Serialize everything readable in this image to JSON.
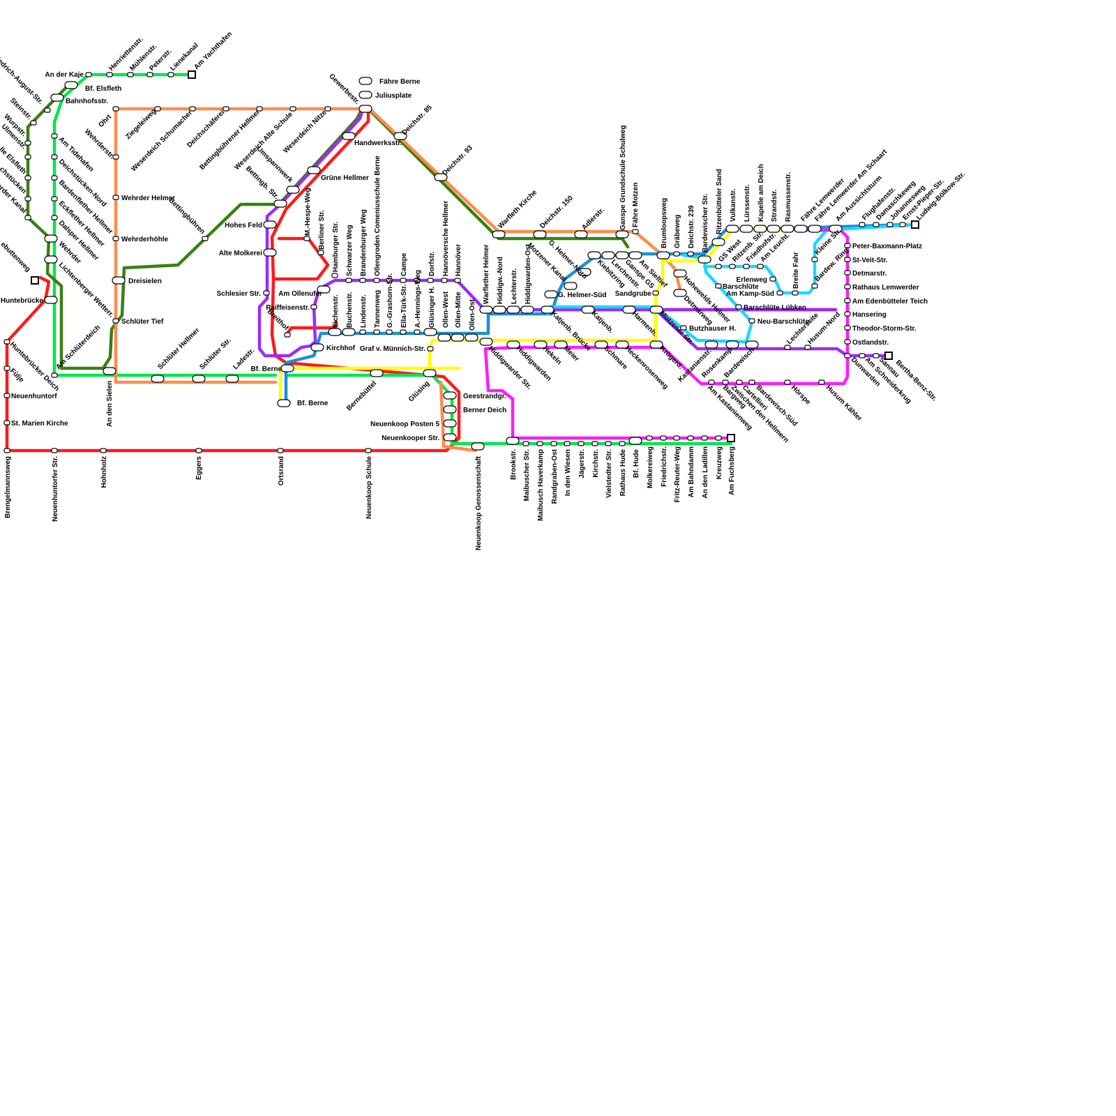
{
  "colors": {
    "red": "#ff1a1a",
    "green": "#00e64d",
    "darkgreen": "#3b7f14",
    "orange": "#ff8c4d",
    "purple": "#9b2bff",
    "blue": "#1a8fd6",
    "yellow": "#ffff00",
    "cyan": "#1ad9ff",
    "magenta": "#ff1aff"
  },
  "stations": {
    "friedrich_august": "Friedrich-August-Str.",
    "an_der_kaje": "An der Kaje",
    "bf_elsfleth": "Bf. Elsfleth",
    "henriettenstr": "Henriettenstr.",
    "muehlenstr": "Mühlenstr.",
    "peterstr": "Peterstr.",
    "lienekanal": "Lienekanal",
    "am_yachthafen": "Am Yachthafen",
    "steinstr": "Steinstr.",
    "bahnhofsstr": "Bahnhofsstr.",
    "wurpstr": "Wurpstr.",
    "ulmenstr": "Ulmenstr.",
    "alle_elsfleth": "lle Elsfleth",
    "chstuecken": "chstücken",
    "erder_kanal": "erder Kanal",
    "am_tidehafen": "Am Tidehafen",
    "deichstuecken_nord": "Deichstücken-Nord",
    "bardenflether": "Bardenflether Hellmer",
    "eckflether": "Eckflether Hellmer",
    "dalsper": "Dalsper Hellmer",
    "wehrder": "Wehrder",
    "lichtenberger": "Lichtenberger Wetterr.",
    "ebuttenweg": "ebuttenweg",
    "huntebruecke": "Huntebrücke",
    "am_schlueterdeich": "Am Schlüterdeich",
    "huntebruecker_deich": "Huntebrücker Deich",
    "fuelje": "Fülje",
    "neuenhuntorf": "Neuenhuntorf",
    "st_marien": "St. Marien Kirche",
    "brengelmannsweg": "Brengelmannsweg",
    "neuenhuntorfer_str": "Neuenhuntorfer Str.",
    "hohnholz": "Hohnholz",
    "eggers": "Eggers",
    "ortsrand": "Ortsrand",
    "neuenkoop_schule": "Neuenkoop Schule",
    "neuenkoop_genossenschaft": "Neuenkoop Genossenschaft",
    "ohrt": "Ohrt",
    "wehrderstr": "Wehrderstr.",
    "ziegeleiweg": "Ziegeleiweg",
    "weserdeich_schumacher": "Weserdeich Schumacher",
    "deichschaeferei": "Deichschäferei",
    "bettingbuehrener_hellmer": "Bettingbührener Hellmer",
    "weserdeich_alte_schule": "Weserdeich Alte Schule",
    "weserdeich_nitze": "Weserdeich Nitze",
    "gewerbestr": "Gewerbestr.",
    "faehre_berne": "Fähre Berne",
    "juliusplate": "Juliusplate",
    "wehrder_helmer": "Wehrder Helmer",
    "wehrderhoehle": "Wehrderhöhle",
    "dreisielen": "Dreisielen",
    "schlueter_tief": "Schlüter Tief",
    "an_den_sielen": "An den Sielen",
    "schlueter_hellmer": "Schlüter Hellmer",
    "schlueter_str": "Schlüter Str.",
    "ladestr": "Ladestr.",
    "bettingbuehren": "Bettingbühren",
    "umspannwerk": "Umspannwerk",
    "bettingb_str": "Bettingb. Str.",
    "gruene_hellmer": "Grüne Hellmer",
    "handwerksstr": "Handwerksstr.",
    "deichstr85": "Deichstr. 85",
    "deichstr93": "Deichstr. 93",
    "hohes_feld": "Hohes Feld",
    "alte_molkerei": "Alte Molkerei",
    "schlesier_str": "Schlesier Str.",
    "raiffeisenstr": "Raiffeisenstr.",
    "breithof": "Breithof",
    "bf_berne_w": "Bf. Berne",
    "bf_berne": "Bf. Berne",
    "kirchhof": "Kirchhof",
    "m_hespe_weg": "M.-Hespe-Weg",
    "berliner_str": "Berliner Str.",
    "hamburger_str": "Hamburger Str.",
    "am_ollenufer": "Am Ollenufer",
    "eichenstr": "Eichenstr.",
    "buchenstr": "Buchenstr.",
    "schwarzer_weg": "Schwarzer Weg",
    "lindenstr": "Lindenstr.",
    "brandenburger_weg": "Brandenburger Weg",
    "tannenweg": "Tannenweg",
    "ollengroden": "Ollengroden Comeniusschule Berne",
    "g_grashorn": "G.-Grashorn-Str.",
    "ella_tuerk": "Ella-Türk-Str.",
    "campe": "Campe",
    "a_hennings": "A.-Hennings-Weg",
    "dorfstr": "Dorfstr.",
    "gluesinger_h": "Glüsinger H.",
    "graf_muennich": "Graf v. Münnich-Str.",
    "ollen_west": "Ollen-West",
    "hannoeversche": "Hannöversche Hellmer",
    "ollen_mitte": "Ollen-Mitte",
    "hannoever": "Hannöver",
    "ollen_ost": "Ollen-Ost",
    "bernebuettel": "Bernebüttel",
    "gluesing": "Glüsing",
    "geestrandgr": "Geestrandgr.",
    "berner_deich": "Berner Deich",
    "neuenkoop_posten": "Neuenkoop Posten 5",
    "neuenkooper_str": "Neuenkooper Str.",
    "warflether_helmer": "Warflether Helmer",
    "hiddigw_nord": "Hiddigw.-Nord",
    "lechterstr": "Lechterstr.",
    "hiddigwarden_ost": "Hiddigwarden-Ost",
    "hiddigwarder_str": "Hiddigwarder Str.",
    "hiddigwarden": "Hiddigwarden",
    "hekeln": "Hekeln",
    "meier": "Meier",
    "warfleth_kirche": "Warfleth Kirche",
    "deichstr150": "Deichstr. 150",
    "adlerstr": "Adlerstr.",
    "ganspe_grundschule": "Ganspe Grundschule Schulweg",
    "faehre_motzen": "Fähre Motzen",
    "g_helmer_nord": "G. Helmer-Nord",
    "motzener_kanal": "Motzener Kanal",
    "g_helmer_sued": "G. Helmer-Süd",
    "kiebitzring": "Kiebitzring",
    "lerchenstr": "Lerchenstr.",
    "ganspe_gs": "Ganspe GS",
    "am_sieltief": "Am Sieltief",
    "sandgrube": "Sandgrube",
    "katjenb_bruecke": "Katjenb. Brücke",
    "katjenb": "Katjenb.",
    "harmenh": "Harmenh.",
    "motzener_str": "Motzener Str.",
    "schmare": "Schmare",
    "heckenrosenweg": "Heckenrosenweg",
    "kroegerd": "Krögerd.",
    "brookstr": "Brookstr.",
    "maibuscher_str": "Maibuscher Str.",
    "maibusch_haverkamp": "Maibusch Haverkamp",
    "randgraben_ost": "Randgraben-Ost",
    "in_den_wiesen": "In den Wiesen",
    "jaegerstr": "Jägerstr.",
    "kirchstr": "Kirchstr.",
    "vielstedter": "Vielstedter Str.",
    "rathaus_hude": "Rathaus Hude",
    "bf_hude": "Bf. Hude",
    "molkereiweg": "Molkereiweg",
    "friedrichstr": "Friedrichstr.",
    "fritz_reuter": "Fritz-Reuter-Weg",
    "am_bahndamm": "Am Bahndamm",
    "an_den_ladillen": "An den Ladillen",
    "kreuzweg": "Kreuzweg",
    "am_fuchsberg": "Am Fuchsberg",
    "brumloopsweg": "Brumloopsweg",
    "graebeweg": "Gräbeweg",
    "deichstr239": "Deichstr. 239",
    "bardewischer_str": "Bardewischer Str.",
    "ritzenbuetteler_sand": "Ritzenbütteler Sand",
    "vulkanstr": "Vulkanstr.",
    "luerssenstr": "Lürssenstr.",
    "kapelle_am_deich": "Kapelle am Deich",
    "strandstr": "Strandstr.",
    "rasmussenstr": "Rasmussenstr.",
    "faehre_lemwerder": "Fähre Lemwerder",
    "faehre_lemwerder_schaart": "Fähre Lemwerder Am Schaart",
    "am_aussichtsturm": "Am Aussichtsturm",
    "flughafenstr": "Flughafenstr.",
    "damaschkeweg": "Damaschkeweg",
    "johannesweg": "Johannesweg",
    "ernst_pieper": "Ernst-Pieper-Str.",
    "ludwig_boelkow": "Ludwig-Bölkow-Str.",
    "gs_west": "GS West",
    "ritzenb_str": "Ritzenb. Str.",
    "friedhofstr": "Friedhofstr.",
    "am_leucht": "Am Leucht.",
    "kleine_str": "Kleine Str.",
    "bardew_ring": "Bardew. Ring",
    "hohewelds_helmer": "Hohewelds Helmer",
    "detmarweg": "Detmarweg",
    "barschluete": "Barschlüte",
    "erlenweg": "Erlenweg",
    "am_kamp_sued": "Am Kamp-Süd",
    "breite_fahr": "Breite Fahr",
    "barschluete_luebken": "Barschlüte Lübken",
    "neu_barschluete": "Neu-Barschlüte",
    "butzhauser": "Butzhauser H.",
    "kastanienstr": "Kastanienstr.",
    "rosenkamp": "Rosenkamp",
    "bardewisch": "Bardewisch",
    "lechterseite": "Lechterseite",
    "husum_nord": "Husum-Nord",
    "dunwarden": "Dunwarden",
    "am_schneiderkrug": "Am Schneiderkrug",
    "sannau": "Sannau",
    "bertha_benz": "Bertha-Benz-Str.",
    "am_kastanienweg": "Am Kastanienweg",
    "bargweg": "Bargweg",
    "zwischen_den_hellmern": "Zwischen den Hellmern",
    "cartellieri": "Cartellieri",
    "bardewisch_sued": "Bardewisch-Süd",
    "hoerspe": "Hörspe",
    "husum_kaehler": "Husum Kähler",
    "peter_baxmann": "Peter-Baxmann-Platz",
    "st_veit": "St-Veit-Str.",
    "detmarstr": "Detmarstr.",
    "rathaus_lemwerder": "Rathaus Lemwerder",
    "am_edenbuetteler": "Am Edenbütteler Teich",
    "hansering": "Hansering",
    "theodor_storm": "Theodor-Storm-Str.",
    "ostlandstr": "Ostlandstr."
  }
}
